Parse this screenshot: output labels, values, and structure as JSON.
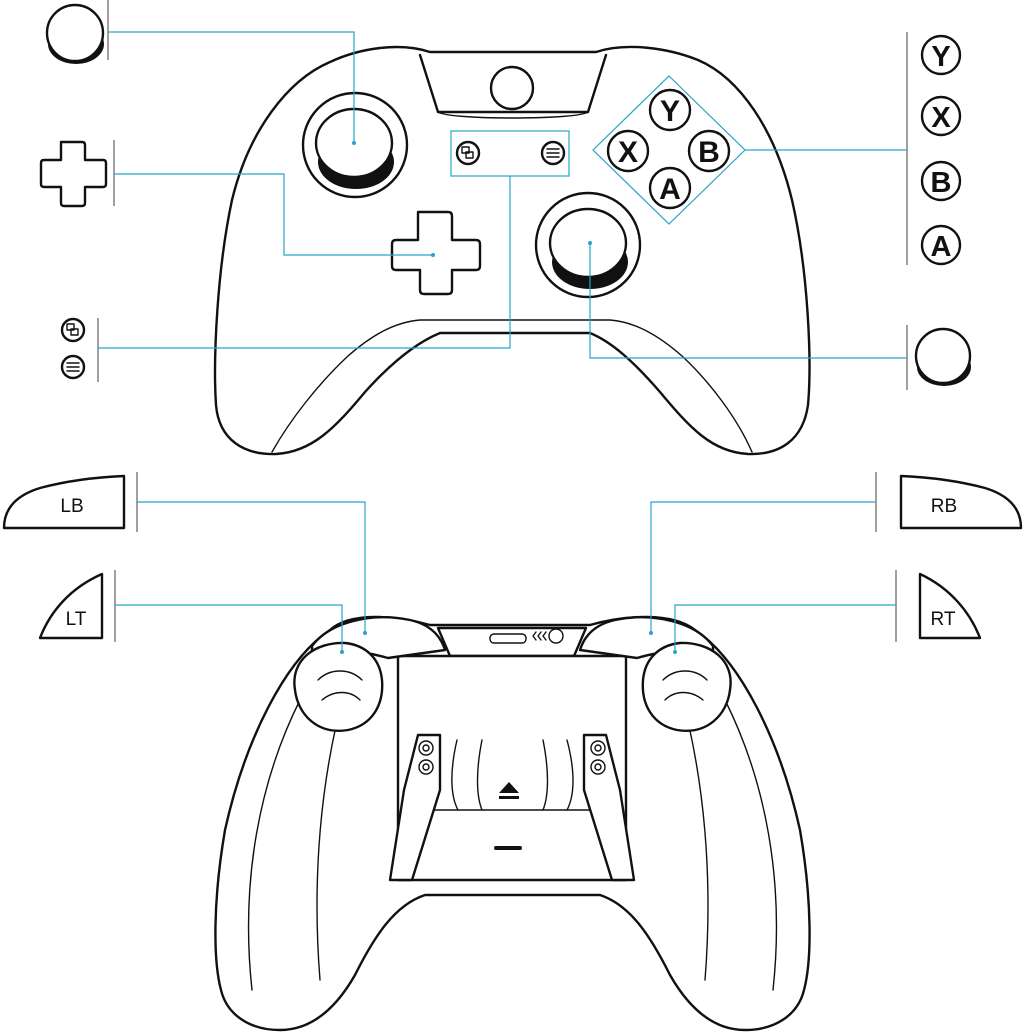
{
  "face_buttons": {
    "y": "Y",
    "x": "X",
    "b": "B",
    "a": "A"
  },
  "legend": {
    "face_buttons": [
      "Y",
      "X",
      "B",
      "A"
    ],
    "shoulder_buttons": {
      "left_bumper": "LB",
      "right_bumper": "RB",
      "left_trigger": "LT",
      "right_trigger": "RT"
    }
  },
  "icons": [
    "left-stick-icon",
    "right-stick-icon",
    "dpad-icon",
    "view-button-icon",
    "menu-button-icon",
    "xbox-button-icon",
    "eject-icon"
  ],
  "colors": {
    "callout_line": "#29a3cc",
    "outline": "#111111",
    "background": "#ffffff"
  }
}
